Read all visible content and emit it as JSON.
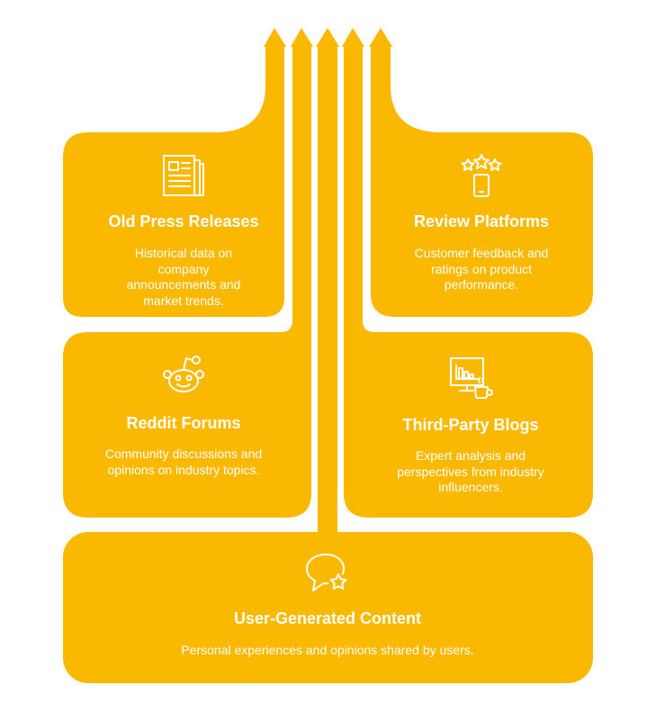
{
  "colors": {
    "card_fill": "#FBB800",
    "text": "#FFFFFF",
    "background": "#FFFFFF"
  },
  "cards": {
    "old_press": {
      "icon": "newspaper-icon",
      "title": "Old Press Releases",
      "description": "Historical data on company announcements and market trends."
    },
    "review": {
      "icon": "review-stars-phone-icon",
      "title": "Review Platforms",
      "description": "Customer feedback and ratings on product performance."
    },
    "reddit": {
      "icon": "reddit-icon",
      "title": "Reddit Forums",
      "description": "Community discussions and opinions on industry topics."
    },
    "blogs": {
      "icon": "blog-monitor-coffee-icon",
      "title": "Third-Party Blogs",
      "description": "Expert analysis and perspectives from industry influencers."
    },
    "ugc": {
      "icon": "chat-star-icon",
      "title": "User-Generated Content",
      "description": "Personal experiences and opinions shared by users."
    }
  }
}
